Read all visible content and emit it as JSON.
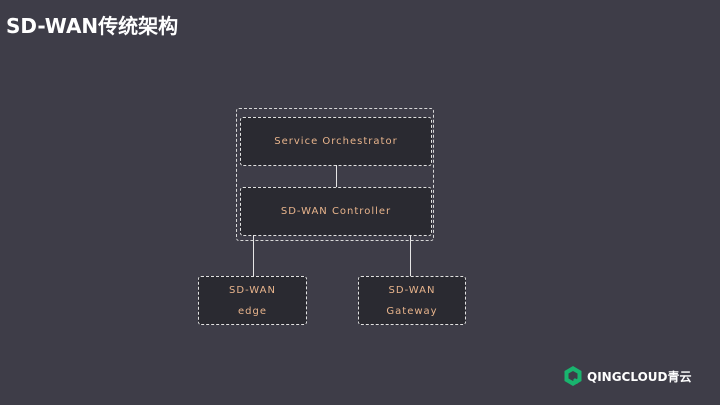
{
  "slide": {
    "title": "SD-WAN传统架构"
  },
  "diagram": {
    "orchestrator_label": "Service Orchestrator",
    "controller_label": "SD-WAN Controller",
    "edge_line1": "SD-WAN",
    "edge_line2": "edge",
    "gateway_line1": "SD-WAN",
    "gateway_line2": "Gateway"
  },
  "logo": {
    "text": "QINGCLOUD青云",
    "icon": "qingcloud-logo-icon",
    "color": "#19b46e"
  },
  "colors": {
    "background": "#3e3d48",
    "box_fill": "#2a2a31",
    "box_text": "#e8b48c",
    "title": "#ffffff"
  }
}
